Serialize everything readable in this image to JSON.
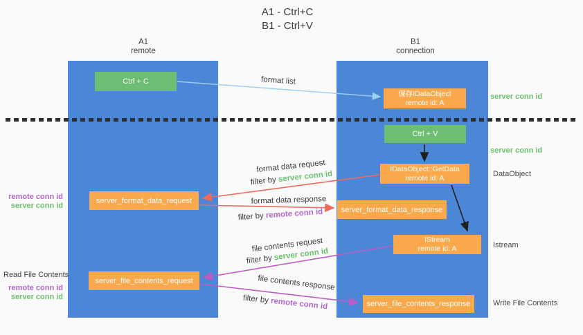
{
  "title": {
    "line1": "A1 - Ctrl+C",
    "line2": "B1 - Ctrl+V"
  },
  "columns": {
    "left": {
      "name": "A1",
      "role": "remote"
    },
    "right": {
      "name": "B1",
      "role": "connection"
    }
  },
  "nodes": {
    "ctrl_c": {
      "label": "Ctrl + C"
    },
    "ctrl_v": {
      "label": "Ctrl + V"
    },
    "save_dataobject": {
      "line1": "保存IDataObject",
      "line2": "remote id: A"
    },
    "getdata": {
      "line1": "IDataObject::GetData",
      "line2": "remote id: A"
    },
    "istream": {
      "line1": "IStream",
      "line2": "remote id: A"
    },
    "server_format_data_request": {
      "label": "server_format_data_request"
    },
    "server_format_data_response": {
      "label": "server_format_data_response"
    },
    "server_file_contents_request": {
      "label": "server_file_contents_request"
    },
    "server_file_contents_response": {
      "label": "server_file_contents_response"
    }
  },
  "flow_labels": {
    "format_list": "format list",
    "format_data_request": "format data request",
    "format_data_response": "format data response",
    "file_contents_request": "file contents request",
    "file_contents_response": "file contents response",
    "filter_by": "filter by ",
    "server_conn_id": "server conn id",
    "remote_conn_id": "remote conn id"
  },
  "side_labels": {
    "server_conn_id": "server conn id",
    "remote_conn_id": "remote conn id",
    "data_object": "DataObject",
    "istream": "Istream",
    "read_file_contents": "Read File Contents",
    "write_file_contents": "Write File Contents"
  },
  "colors": {
    "column_blue": "#4c86d6",
    "box_green": "#6dbd72",
    "box_orange": "#f9a84b",
    "text_green": "#6cc06e",
    "text_purple": "#b168c8",
    "arrow_red": "#ec6a5e",
    "arrow_magenta": "#bb5cc3",
    "arrow_blue": "#9ecfef",
    "arrow_black": "#1f1f1f"
  }
}
